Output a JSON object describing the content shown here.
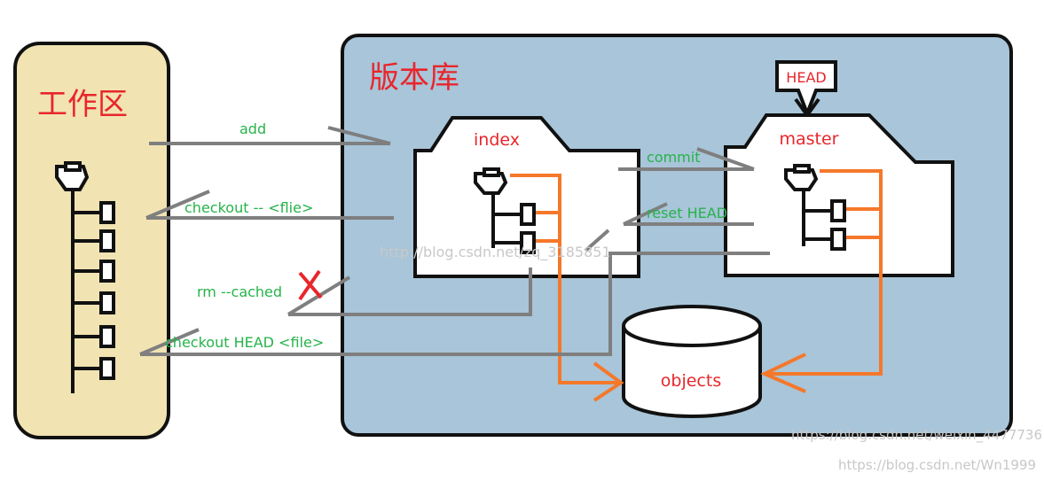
{
  "workspace": {
    "title": "工作区",
    "color": "#f1e3b2"
  },
  "repository": {
    "title": "版本库",
    "color": "#a8c5d9"
  },
  "head_pointer": {
    "label": "HEAD"
  },
  "index_box": {
    "title": "index"
  },
  "master_box": {
    "title": "master"
  },
  "objects_db": {
    "label": "objects"
  },
  "arrows": {
    "add": "add",
    "checkout_file": "checkout -- <flie>",
    "rm_cached": "rm --cached",
    "checkout_head": "checkout HEAD <file>",
    "commit": "commit",
    "reset_head": "reset HEAD"
  },
  "watermarks": {
    "center": "http://blog.csdn.net/zq_3185851",
    "bottom_right_1": "https://blog.csdn.net/weixin_4477736",
    "bottom_right_2": "https://blog.csdn.net/Wn1999"
  },
  "colors": {
    "red": "#e8262b",
    "green": "#26b34a",
    "orange": "#f5782a",
    "gray_arrow": "#7f7f7f"
  }
}
